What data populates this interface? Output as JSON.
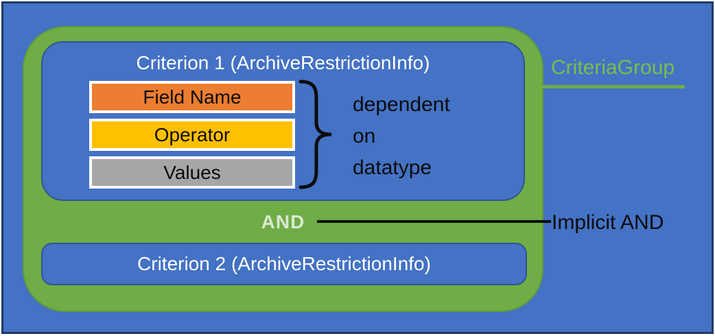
{
  "diagram": {
    "group_label": "CriteriaGroup",
    "criterion1": {
      "title": "Criterion 1 (ArchiveRestrictionInfo)",
      "fields": [
        {
          "label": "Field Name",
          "color": "#ED7D31"
        },
        {
          "label": "Operator",
          "color": "#FFC000"
        },
        {
          "label": "Values",
          "color": "#A6A6A6"
        }
      ]
    },
    "criterion2": {
      "title": "Criterion 2 (ArchiveRestrictionInfo)"
    },
    "dependency_note": "dependent\non\ndatatype",
    "and_label": "AND",
    "implicit_and_label": "Implicit AND",
    "colors": {
      "background_blue": "#4472C4",
      "frame_border_navy": "#1F3864",
      "group_green": "#70AD47",
      "group_label_green": "#7ABE4C",
      "and_text_pale_green": "#D8E9D2",
      "inner_box_border": "#2F5590",
      "field_name_orange": "#ED7D31",
      "operator_yellow": "#FFC000",
      "values_gray": "#A6A6A6",
      "connector_black": "#0c0c0c",
      "title_text_white": "#ffffff"
    }
  }
}
